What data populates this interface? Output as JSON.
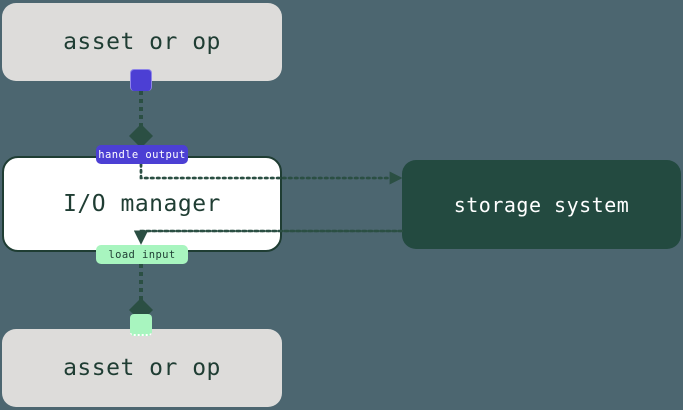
{
  "diagram": {
    "title": "io-manager-flow",
    "background_color": "#4c6670",
    "nodes": [
      {
        "id": "asset-top",
        "label": "asset or op",
        "fill": "#dddcda",
        "text_color": "#1f3d33"
      },
      {
        "id": "io-manager",
        "label": "I/O manager",
        "fill": "#ffffff",
        "text_color": "#1f3d33",
        "border_color": "#1f3d33"
      },
      {
        "id": "storage-system",
        "label": "storage system",
        "fill": "#234a40",
        "text_color": "#ffffff"
      },
      {
        "id": "asset-bottom",
        "label": "asset or op",
        "fill": "#dddcda",
        "text_color": "#1f3d33"
      }
    ],
    "edge_labels": [
      {
        "id": "handle-output",
        "label": "handle output",
        "fill": "#4c3fd4",
        "text_color": "#ffffff"
      },
      {
        "id": "load-input",
        "label": "load input",
        "fill": "#a8f5bf",
        "text_color": "#1f3d33"
      }
    ],
    "ports": [
      {
        "id": "output-port",
        "color": "#4c3fd4"
      },
      {
        "id": "input-port",
        "color": "#a8f5bf"
      }
    ],
    "edges": [
      {
        "from": "asset-top",
        "to": "io-manager",
        "label": "handle output",
        "style": "dotted"
      },
      {
        "from": "io-manager",
        "to": "storage-system",
        "label": "",
        "style": "dotted"
      },
      {
        "from": "storage-system",
        "to": "io-manager",
        "label": "",
        "style": "dotted"
      },
      {
        "from": "io-manager",
        "to": "asset-bottom",
        "label": "load input",
        "style": "dotted"
      }
    ],
    "edge_color": "#2b4f43"
  }
}
